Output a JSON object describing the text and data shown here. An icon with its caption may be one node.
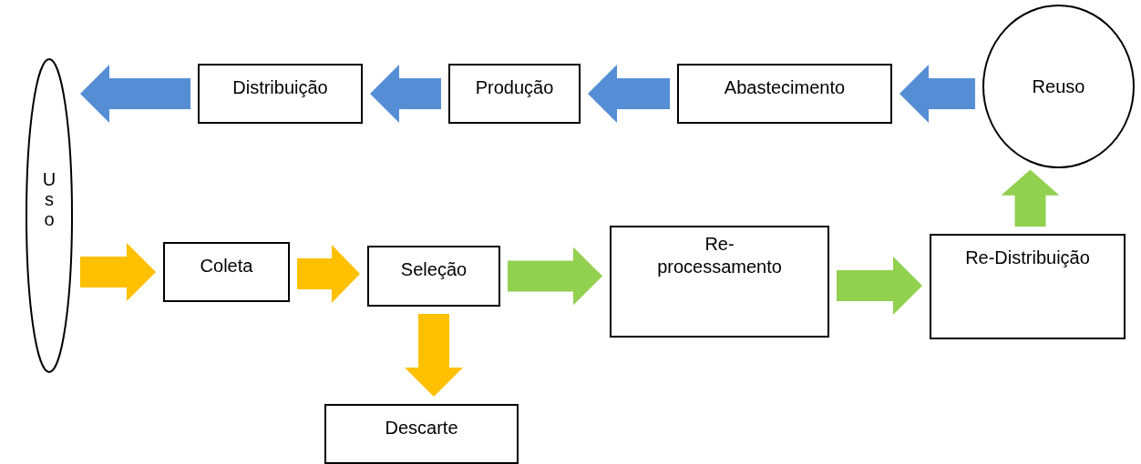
{
  "diagram": {
    "nodes": [
      {
        "text": [
          "Uso"
        ]
      },
      {
        "text": [
          "Distribuição"
        ]
      },
      {
        "text": [
          "Produção"
        ]
      },
      {
        "text": [
          "Abastecimento"
        ]
      },
      {
        "text": [
          "Reuso"
        ]
      },
      {
        "text": [
          "Coleta"
        ]
      },
      {
        "text": [
          "Seleção"
        ]
      },
      {
        "text": [
          "Re- processamento"
        ]
      },
      {
        "text": [
          "Re-Distribuição"
        ]
      },
      {
        "text": [
          "Descarte"
        ]
      }
    ],
    "edges": [
      {
        "from": 1,
        "to": 0,
        "arrow": "to",
        "color": "#558ed5"
      },
      {
        "from": 2,
        "to": 1,
        "arrow": "to",
        "color": "#558ed5"
      },
      {
        "from": 3,
        "to": 2,
        "arrow": "to",
        "color": "#558ed5"
      },
      {
        "from": 4,
        "to": 3,
        "arrow": "to",
        "color": "#558ed5"
      },
      {
        "from": 0,
        "to": 5,
        "arrow": "to",
        "color": "#ffc000"
      },
      {
        "from": 5,
        "to": 6,
        "arrow": "to",
        "color": "#ffc000"
      },
      {
        "from": 6,
        "to": 9,
        "arrow": "to",
        "color": "#ffc000"
      },
      {
        "from": 6,
        "to": 7,
        "arrow": "to",
        "color": "#92d050"
      },
      {
        "from": 7,
        "to": 8,
        "arrow": "to",
        "color": "#92d050"
      },
      {
        "from": 8,
        "to": 4,
        "arrow": "to",
        "color": "#92d050"
      }
    ]
  }
}
